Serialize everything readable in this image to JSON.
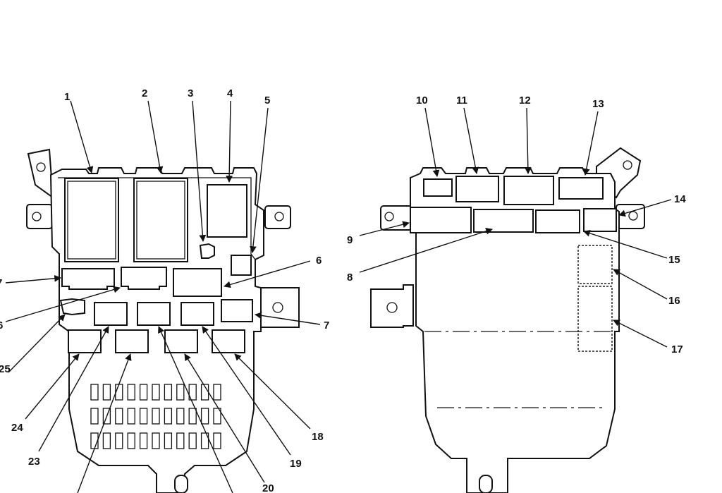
{
  "diagram": {
    "left_panel_callouts": [
      "1",
      "2",
      "3",
      "4",
      "5",
      "6",
      "7",
      "25",
      "24",
      "23",
      "18",
      "19",
      "20",
      "6",
      "7"
    ],
    "right_panel_callouts": [
      "10",
      "11",
      "12",
      "13",
      "14",
      "9",
      "8",
      "15",
      "16",
      "17"
    ]
  }
}
